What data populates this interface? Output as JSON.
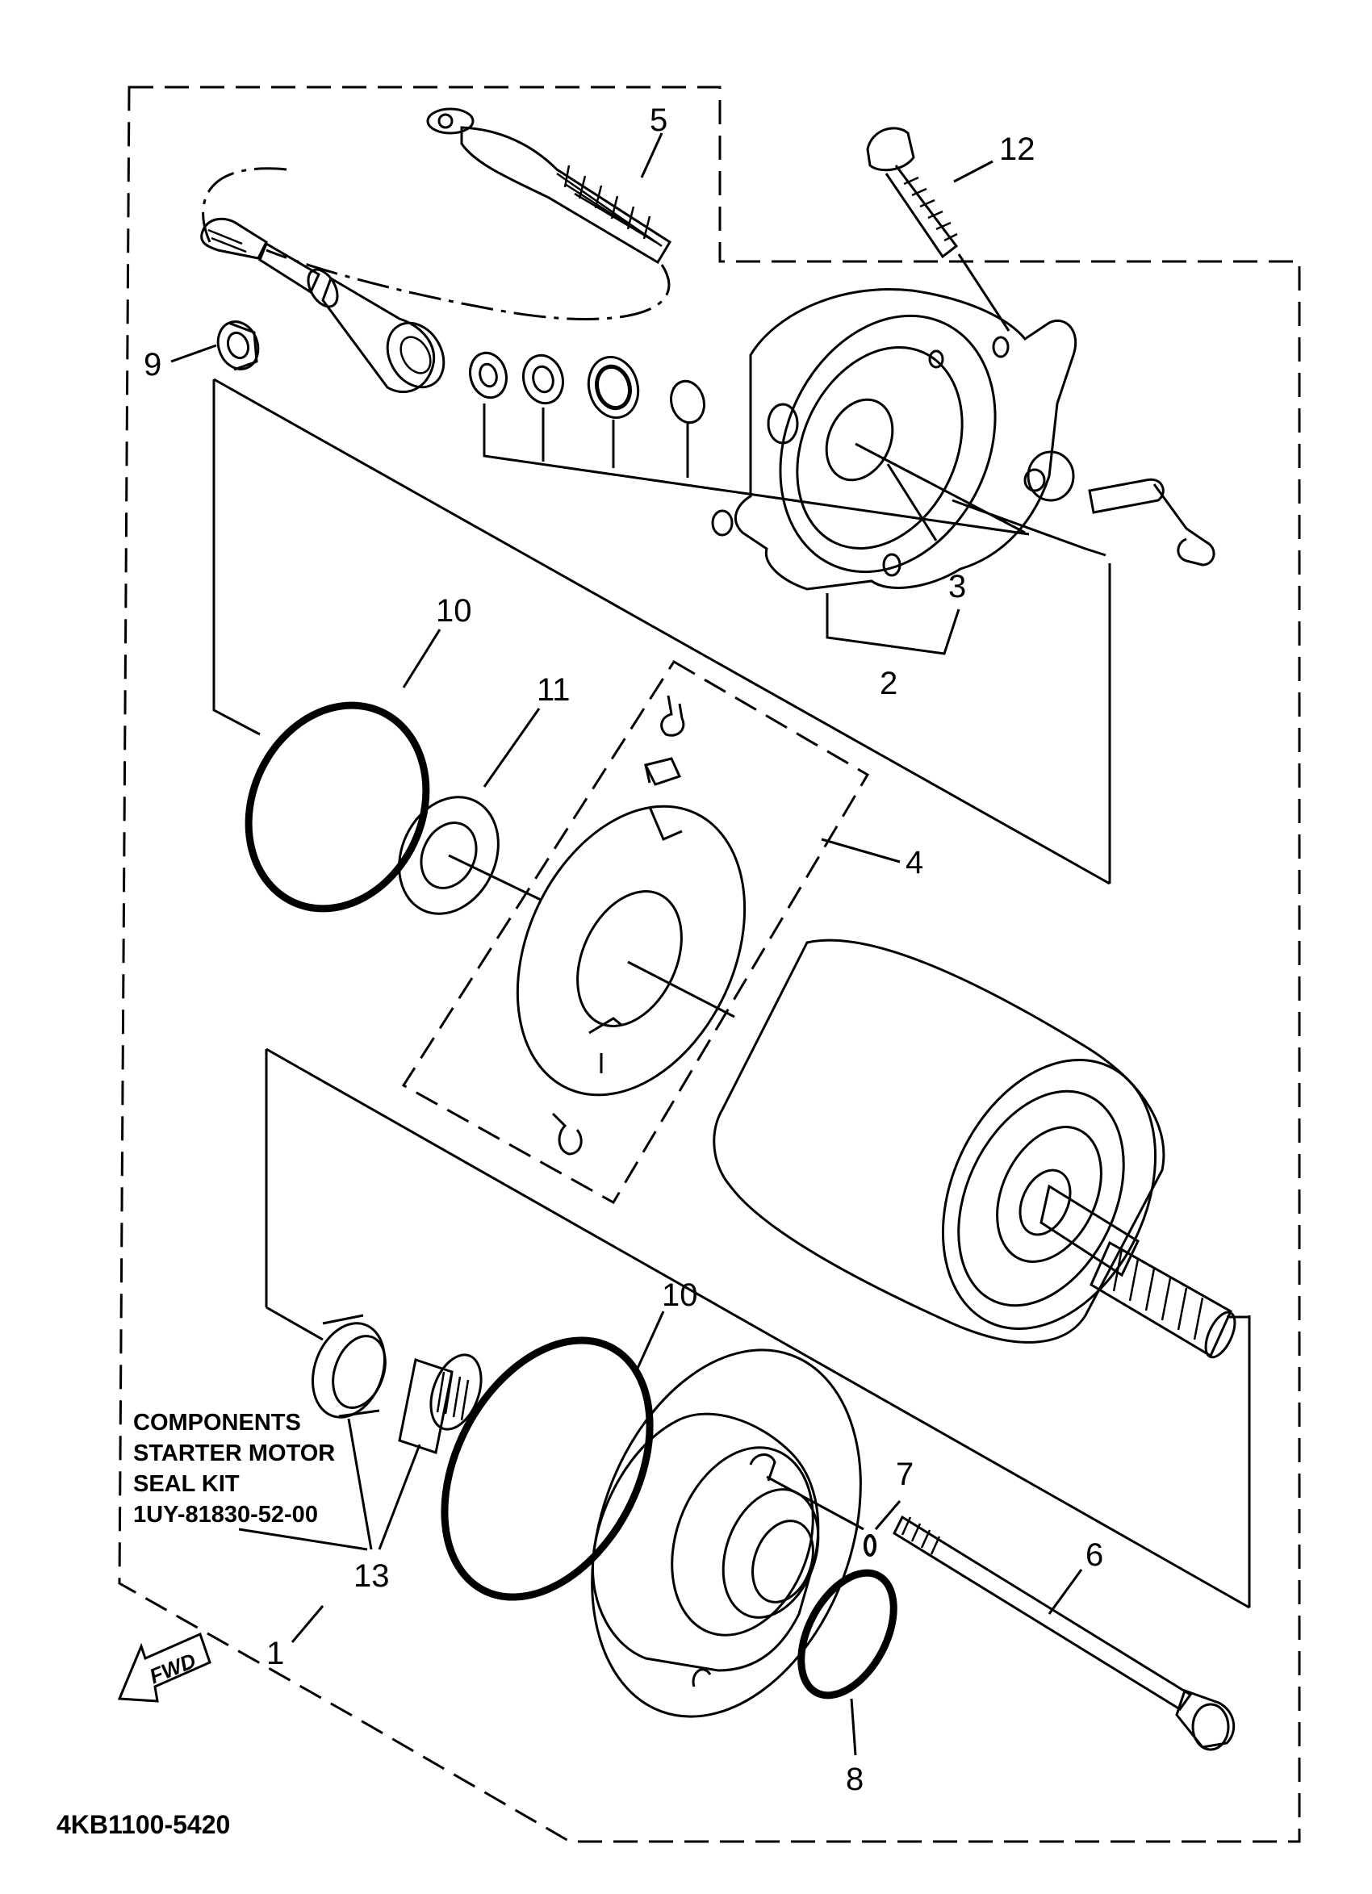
{
  "callouts": {
    "c1": "1",
    "c2": "2",
    "c3": "3",
    "c4": "4",
    "c5": "5",
    "c6": "6",
    "c7": "7",
    "c8": "8",
    "c9": "9",
    "c10a": "10",
    "c10b": "10",
    "c11": "11",
    "c12": "12",
    "c13": "13"
  },
  "seal_kit": {
    "line1": "COMPONENTS",
    "line2": "STARTER MOTOR",
    "line3": "SEAL KIT",
    "line4": "1UY-81830-52-00"
  },
  "fwd_label": "FWD",
  "drawing_number": "4KB1100-5420"
}
